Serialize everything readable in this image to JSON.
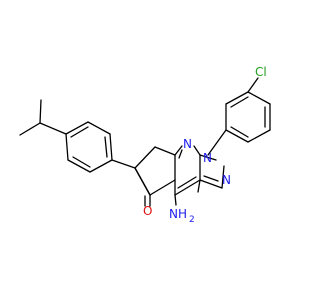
{
  "atom_labels": {
    "chlorine": "Cl",
    "ring_nitrogen_pyridine": "N",
    "ring_nitrogen_n1": "N",
    "ring_nitrogen_n2": "N",
    "amine": "NH",
    "amine_subscript": "2",
    "carbonyl_oxygen": "O"
  },
  "colors": {
    "bond": "#000000",
    "nitrogen": "#1c1cf0",
    "oxygen": "#e01010",
    "chlorine": "#1f9e1f"
  }
}
